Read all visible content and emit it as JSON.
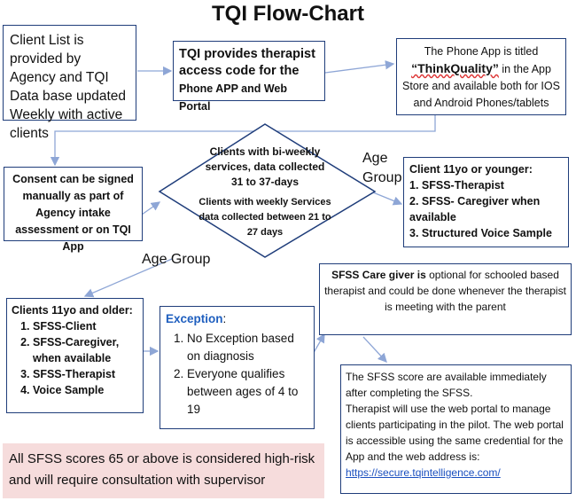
{
  "title": "TQI Flow-Chart",
  "client_list": "Client List is provided by Agency and TQI Data base updated Weekly with active clients",
  "tqi_provides": {
    "line1": "TQI provides therapist access code for the",
    "line2": "Phone APP and Web Portal"
  },
  "phone_app": {
    "before": "The Phone App is titled",
    "app_name": "“ThinkQuality”",
    "after": " in the App Store and available both for IOS and Android Phones/tablets"
  },
  "consent": "Consent can be signed manually as part of Agency intake assessment or on TQI App",
  "diamond": {
    "biweekly": "Clients with bi-weekly services, data collected 31 to 37-days",
    "weekly": "Clients with weekly Services data collected between 21 to 27 days"
  },
  "age_group_right": "Age Group",
  "age_group_left": "Age Group",
  "young": {
    "heading": "Client 11yo or younger:",
    "items": [
      "1. SFSS-Therapist",
      "2. SFSS- Caregiver when available",
      "3. Structured Voice Sample"
    ]
  },
  "old": {
    "heading": "Clients 11yo and older:",
    "items": [
      "SFSS-Client",
      "SFSS-Caregiver, when available",
      "SFSS-Therapist",
      "Voice Sample"
    ]
  },
  "exception": {
    "heading": "Exception",
    "colon": ":",
    "items": [
      "No Exception based on diagnosis",
      "Everyone qualifies between ages of 4 to 19"
    ]
  },
  "caregiver": {
    "bold": "SFSS Care giver is",
    "rest": " optional for schooled based therapist and could be done whenever the therapist is meeting with the parent"
  },
  "scores_available": {
    "p1": "The SFSS score are available immediately after completing the SFSS.",
    "p2": "Therapist will use the web portal to manage clients participating in the pilot. The web portal is accessible using the same credential for the App and the web address is:",
    "url": "https://secure.tqintelligence.com/"
  },
  "risk_note": "All SFSS scores 65 or above is considered high-risk and will require consultation with supervisor",
  "colors": {
    "border": "#1f3d7a",
    "arrow": "#8ea6d6",
    "note_bg": "#f6dcdc",
    "exception_heading": "#1f5fbf"
  }
}
